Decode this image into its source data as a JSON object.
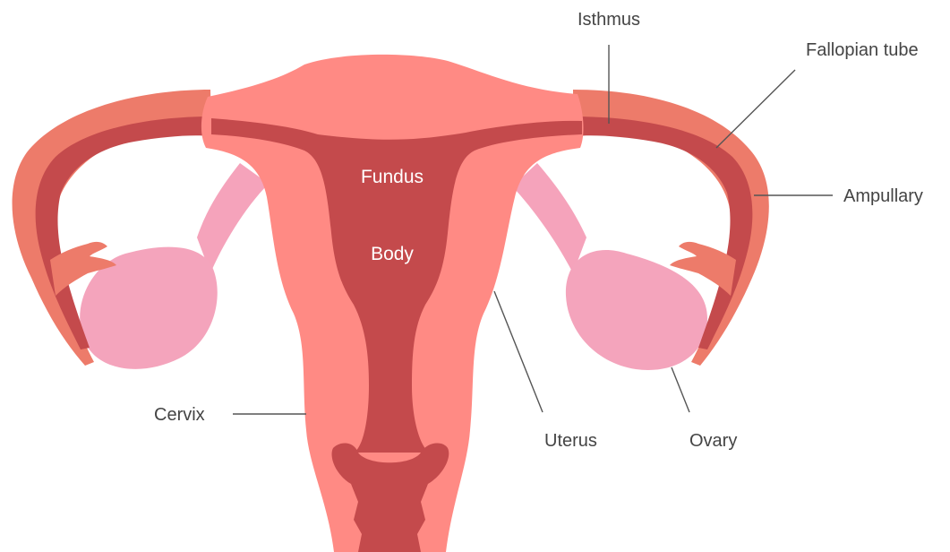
{
  "labels": {
    "isthmus": "Isthmus",
    "fallopian_tube": "Fallopian tube",
    "ampullary": "Ampullary",
    "fundus": "Fundus",
    "body": "Body",
    "cervix": "Cervix",
    "uterus": "Uterus",
    "ovary": "Ovary"
  },
  "colors": {
    "tissue": "#FF8A84",
    "tube_outer": "#ED7B6A",
    "cavity": "#C44A4C",
    "ligament": "#F5A3BB",
    "ovary": "#F4A4BC",
    "text_dark": "#444444",
    "text_light": "#FFFFFF"
  }
}
